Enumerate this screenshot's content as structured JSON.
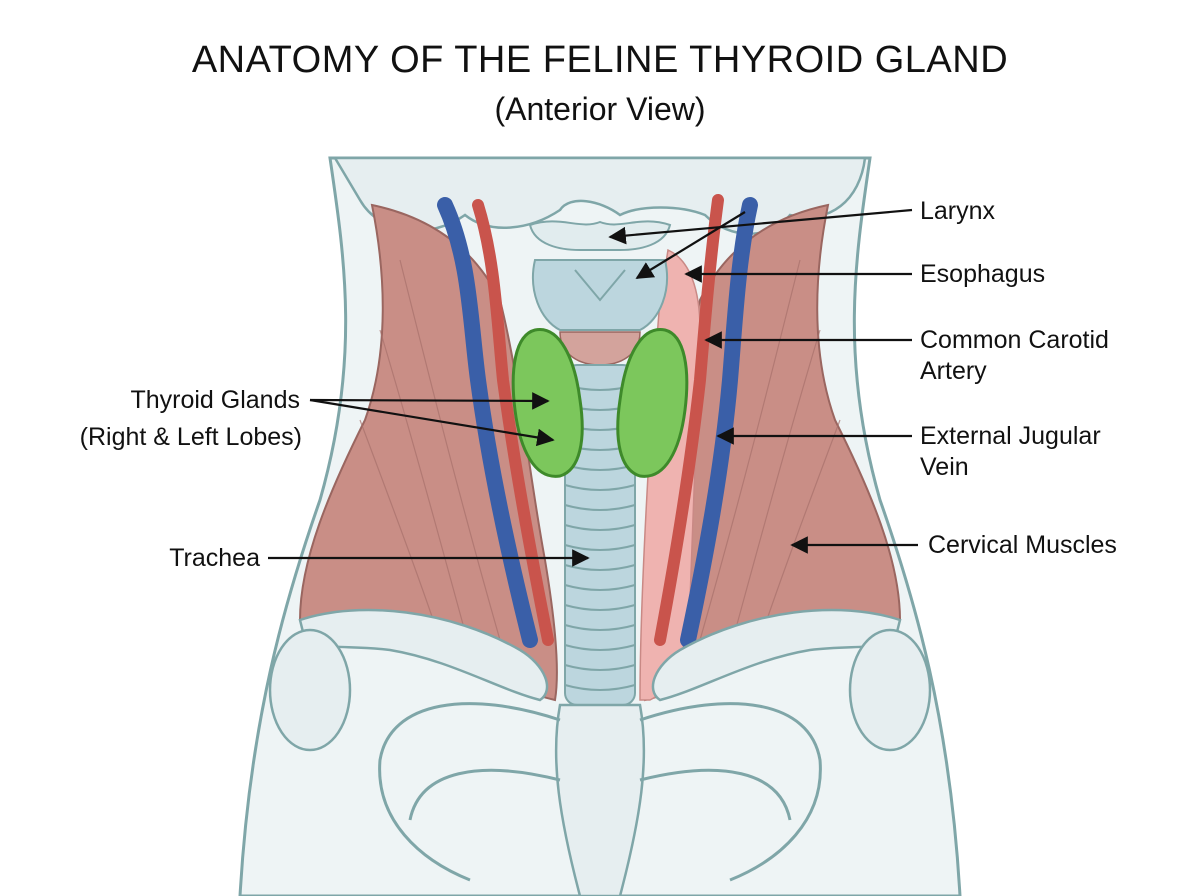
{
  "title": "ANATOMY OF THE FELINE THYROID GLAND",
  "subtitle": "(Anterior View)",
  "labels": {
    "larynx": "Larynx",
    "esophagus": "Esophagus",
    "carotid_line1": "Common Carotid",
    "carotid_line2": "Artery",
    "jugular_line1": "External Jugular",
    "jugular_line2": "Vein",
    "cervical_muscles": "Cervical Muscles",
    "thyroid_line1": "Thyroid Glands",
    "thyroid_line2": "(Right & Left Lobes)",
    "trachea": "Trachea"
  },
  "colors": {
    "outline": "#7fa6a8",
    "bone": "#e6eef0",
    "cartilage": "#bcd6de",
    "muscle": "#c98e86",
    "artery": "#c9544c",
    "vein": "#3a5fa8",
    "esophagus": "#efb3b0",
    "thyroid": "#7cc75c",
    "thyroid_edge": "#3e8a2a"
  }
}
